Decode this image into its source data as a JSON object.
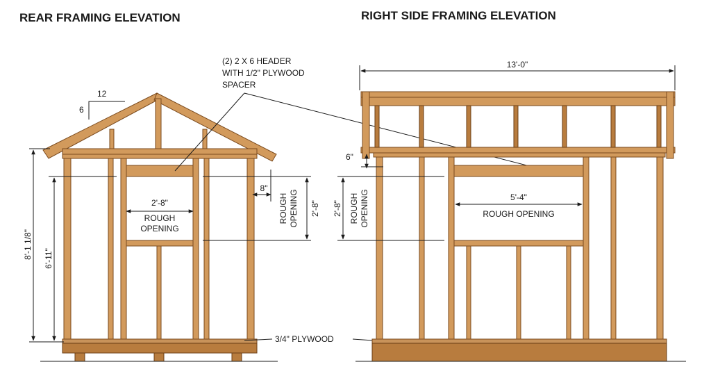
{
  "titles": {
    "rear": "REAR FRAMING ELEVATION",
    "side": "RIGHT SIDE FRAMING ELEVATION"
  },
  "slope": {
    "run": "12",
    "rise": "6"
  },
  "rear": {
    "total_height": "8'-1 1/8\"",
    "wall_height": "6'-11\"",
    "opening_width": "2'-8\"",
    "opening_label_1": "ROUGH",
    "opening_label_2": "OPENING",
    "side_offset": "8\"",
    "side_label_1": "ROUGH",
    "side_label_2": "OPENING",
    "opening_height": "2'-8\"",
    "plywood": "3/4\" PLYWOOD"
  },
  "header_note": {
    "line1": "(2) 2 X 6 HEADER",
    "line2": "WITH 1/2\" PLYWOOD",
    "line3": "SPACER"
  },
  "side": {
    "overall_length": "13'-0\"",
    "top_offset": "6\"",
    "opening_height": "2'-8\"",
    "opening_label_1": "ROUGH",
    "opening_label_2": "OPENING",
    "opening_width": "5'-4\"",
    "opening_label": "ROUGH OPENING"
  }
}
